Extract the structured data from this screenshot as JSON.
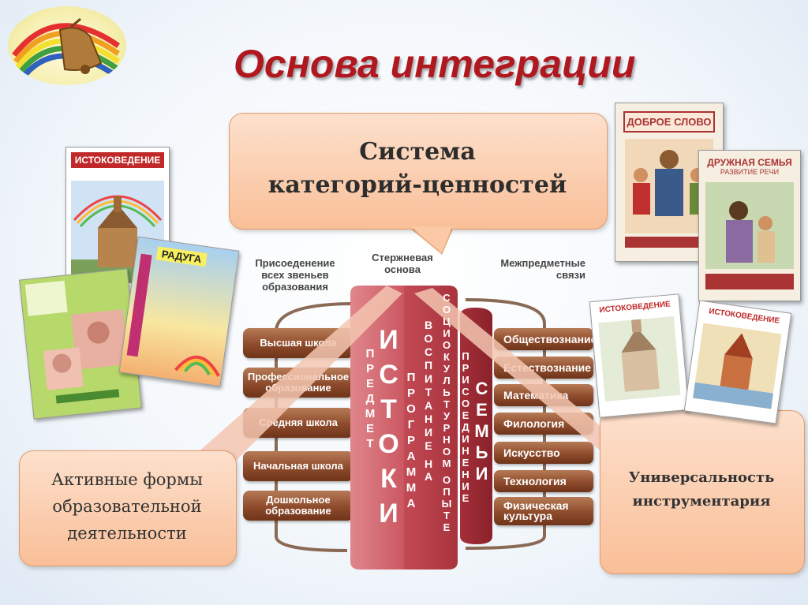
{
  "title": "Основа интеграции",
  "top_callout": [
    "Система",
    "категорий-ценностей"
  ],
  "left_callout": [
    "Активные формы",
    "образовательной",
    "деятельности"
  ],
  "right_callout": [
    "Универсальность",
    "инструментария"
  ],
  "headers": {
    "left": [
      "Присоеденение",
      "всех звеньев",
      "образования"
    ],
    "center": [
      "Стержневая",
      "основа"
    ],
    "right": [
      "Межпредметные",
      "связи"
    ]
  },
  "left_planks": [
    [
      "Высшая школа"
    ],
    [
      "Профессиональное",
      "образование"
    ],
    [
      "Средняя школа"
    ],
    [
      "Начальная школа"
    ],
    [
      "Дошкольное",
      "образование"
    ]
  ],
  "right_planks": [
    [
      "Обществознание"
    ],
    [
      "Естествознание"
    ],
    [
      "Математика"
    ],
    [
      "Филология"
    ],
    [
      "Искусство"
    ],
    [
      "Технология"
    ],
    [
      "Физическая",
      "культура"
    ]
  ],
  "columns": {
    "istoki": "ИСТОКИ",
    "predmet": "ПРЕДМЕТ",
    "programma": "ПРОГРАММА",
    "vospitanie": "ВОСПИТАНИЕ",
    "na": "НА",
    "sociocultural": "СОЦИОКУЛЬТУРНОМ",
    "opyte": "ОПЫТЕ",
    "prisoedinenie": "ПРИСОЕДИНЕНИЕ",
    "semyi": "СЕМЬИ"
  },
  "books": {
    "istokovedenie_1": "ИСТОКОВЕДЕНИЕ",
    "raduga": "РАДУГА",
    "dobroe_slovo": "ДОБРОЕ СЛОВО",
    "druzhnaya_semya": "ДРУЖНАЯ СЕМЬЯ",
    "razvitie_rechi": "РАЗВИТИЕ РЕЧИ",
    "istokovedenie_2": "ИСТОКОВЕДЕНИЕ",
    "istokovedenie_3": "ИСТОКОВЕДЕНИЕ"
  },
  "colors": {
    "title": "#b01820",
    "callout": "#f9bf98",
    "plank": "#8e4b2c",
    "column_light": "#d9747c",
    "column_mid": "#c24a55",
    "column_dark": "#9e2c34"
  }
}
